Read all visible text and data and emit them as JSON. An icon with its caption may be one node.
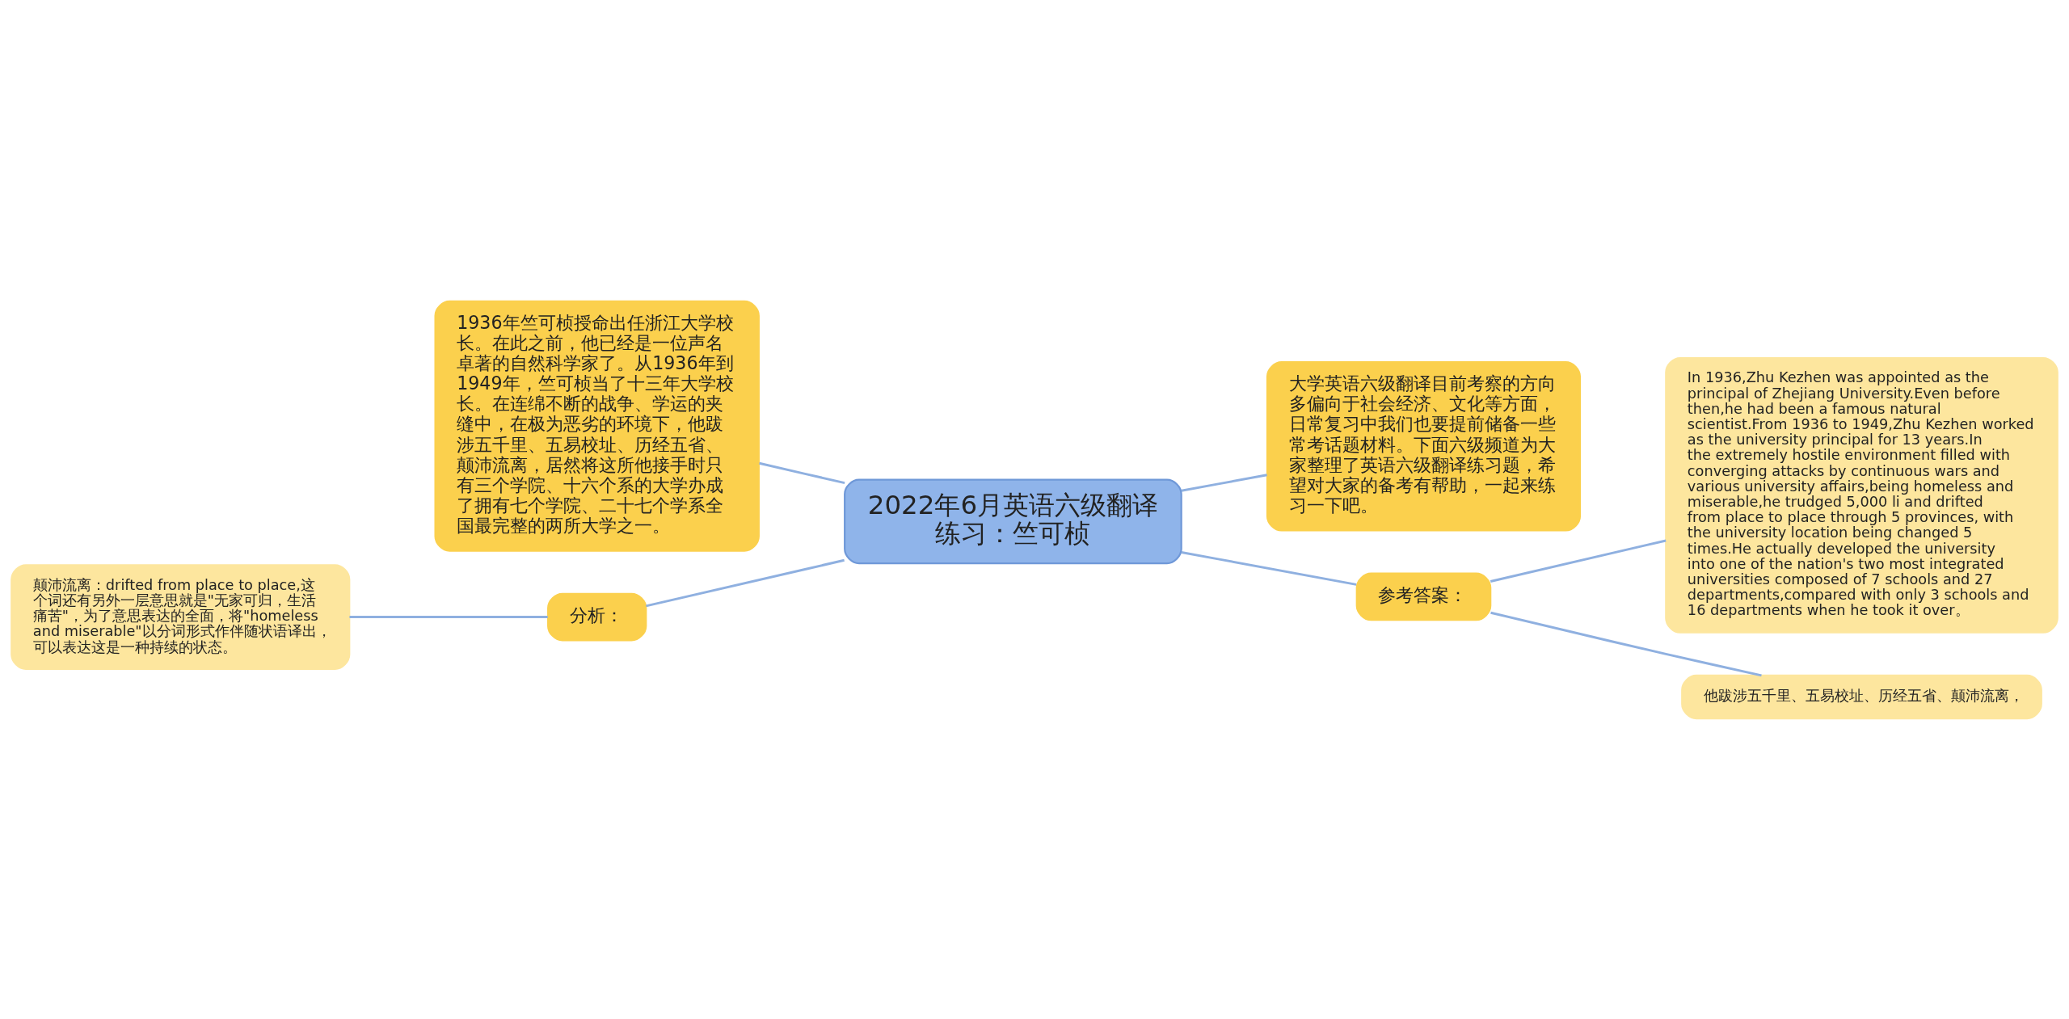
{
  "diagram": {
    "nodes": [
      {
        "text": [
          "2022年6月英语六级翻译练习：竺可桢"
        ]
      },
      {
        "text": [
          "1936年竺可桢授命出任浙江大学校长。在此之前，他已经是一位声名卓著的自然科学家了。从1936年到1949年，竺可桢当了十三年大学校长。在连绵不断的战争、学运的夹缝中，在极为恶劣的环境下，他跋涉五千里、五易校址、历经五省、颠沛流离，居然将这所他接手时只有三个学院、十六个系的大学办成了拥有七个学院、二十七个学系全国最完整的两所大学之一。"
        ]
      },
      {
        "text": [
          "大学英语六级翻译目前考察的方向多偏向于社会经济、文化等方面，日常复习中我们也要提前储备一些常考话题材料。下面六级频道为大家整理了英语六级翻译练习题，希望对大家的备考有帮助，一起来练习一下吧。"
        ]
      },
      {
        "text": [
          "分析："
        ]
      },
      {
        "text": [
          "颠沛流离：drifted from place to place,这个词还有另外一层意思就是\"无家可归，生活痛苦\"，为了意思表达的全面，将\"homeless and miserable\"以分词形式作伴随状语译出，可以表达这是一种持续的状态。"
        ]
      },
      {
        "text": [
          "参考答案："
        ]
      },
      {
        "text": [
          "In 1936,Zhu Kezhen was appointed as the principal of Zhejiang University.Even before then,he had been a famous natural scientist.From 1936 to 1949,Zhu Kezhen worked as the university principal for 13 years.In the extremely hostile environment filled with converging attacks by continuous wars and various university affairs,being homeless and miserable,he trudged 5,000 li and drifted from place to place through 5 provinces, with the university location being changed 5 times.He actually developed the university into one of the nation's two most integrated universities composed of 7 schools and 27 departments,compared with only 3 schools and 16 departments when he took it over。"
        ]
      },
      {
        "text": [
          "他跋涉五千里、五易校址、历经五省、颠沛流离，"
        ]
      }
    ],
    "edges": [
      {
        "from": 0,
        "to": 1,
        "arrow": "none"
      },
      {
        "from": 0,
        "to": 2,
        "arrow": "none"
      },
      {
        "from": 0,
        "to": 3,
        "arrow": "none"
      },
      {
        "from": 3,
        "to": 4,
        "arrow": "none"
      },
      {
        "from": 0,
        "to": 5,
        "arrow": "none"
      },
      {
        "from": 5,
        "to": 6,
        "arrow": "none"
      },
      {
        "from": 5,
        "to": 7,
        "arrow": "none"
      }
    ]
  }
}
